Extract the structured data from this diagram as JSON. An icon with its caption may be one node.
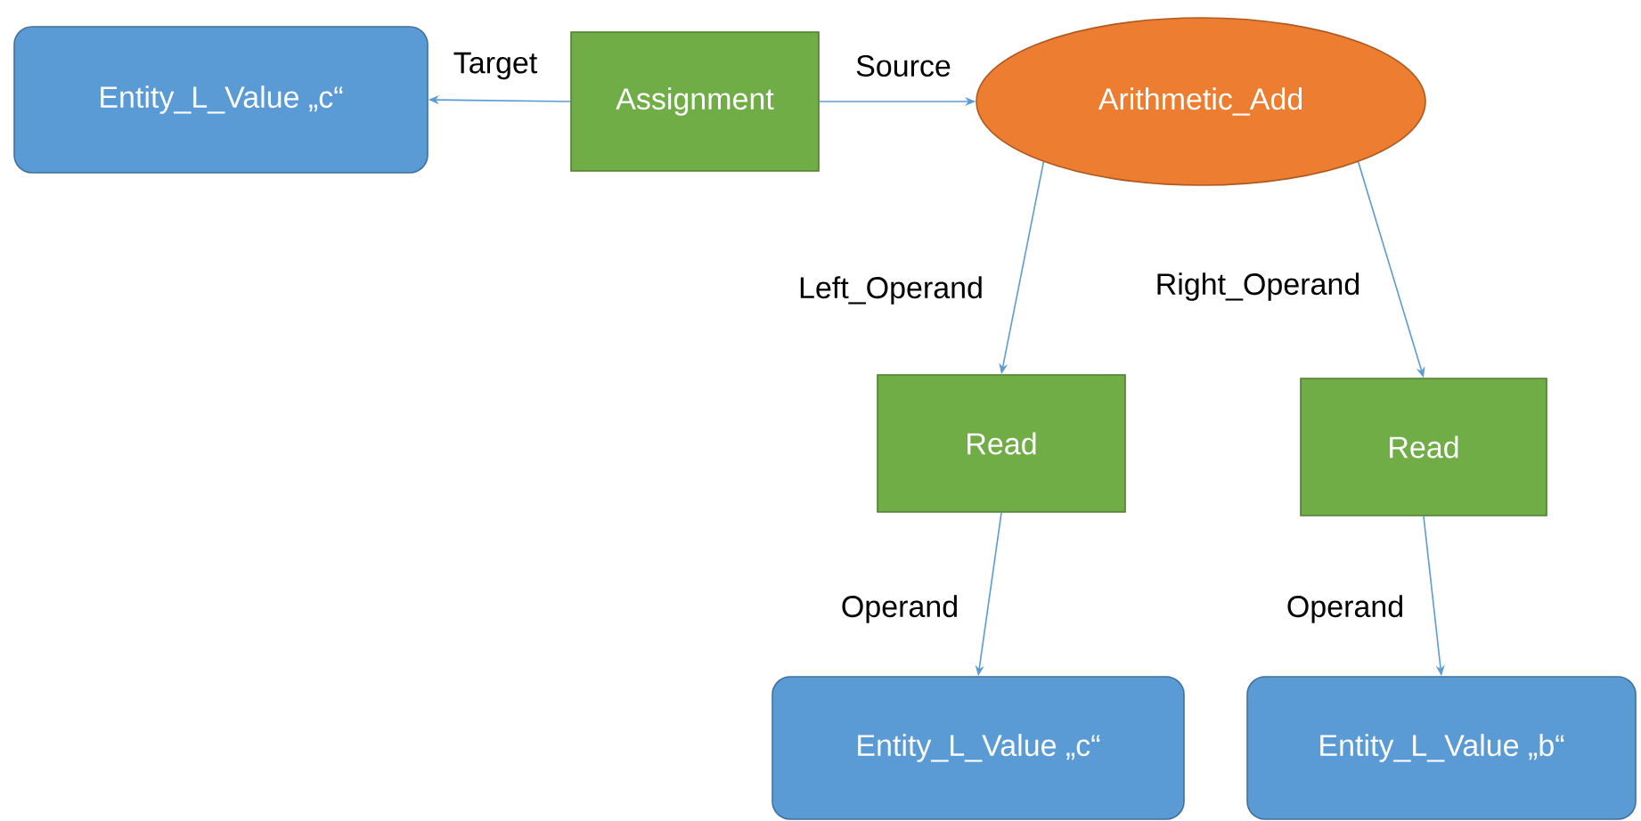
{
  "diagram": {
    "nodes": [
      {
        "text": [
          "Entity_L_Value „c“"
        ]
      },
      {
        "text": [
          "Assignment"
        ]
      },
      {
        "text": [
          "Arithmetic_Add"
        ]
      },
      {
        "text": [
          "Read"
        ]
      },
      {
        "text": [
          "Read"
        ]
      },
      {
        "text": [
          "Entity_L_Value „c“"
        ]
      },
      {
        "text": [
          "Entity_L_Value „b“"
        ]
      }
    ],
    "edges": [
      {
        "from": 1,
        "to": 0,
        "arrow": "to",
        "label": "Target"
      },
      {
        "from": 1,
        "to": 2,
        "arrow": "to",
        "label": "Source"
      },
      {
        "from": 2,
        "to": 3,
        "arrow": "to",
        "label": "Left_Operand"
      },
      {
        "from": 2,
        "to": 4,
        "arrow": "to",
        "label": "Right_Operand"
      },
      {
        "from": 3,
        "to": 5,
        "arrow": "to",
        "label": "Operand"
      },
      {
        "from": 4,
        "to": 6,
        "arrow": "to",
        "label": "Operand"
      }
    ]
  }
}
